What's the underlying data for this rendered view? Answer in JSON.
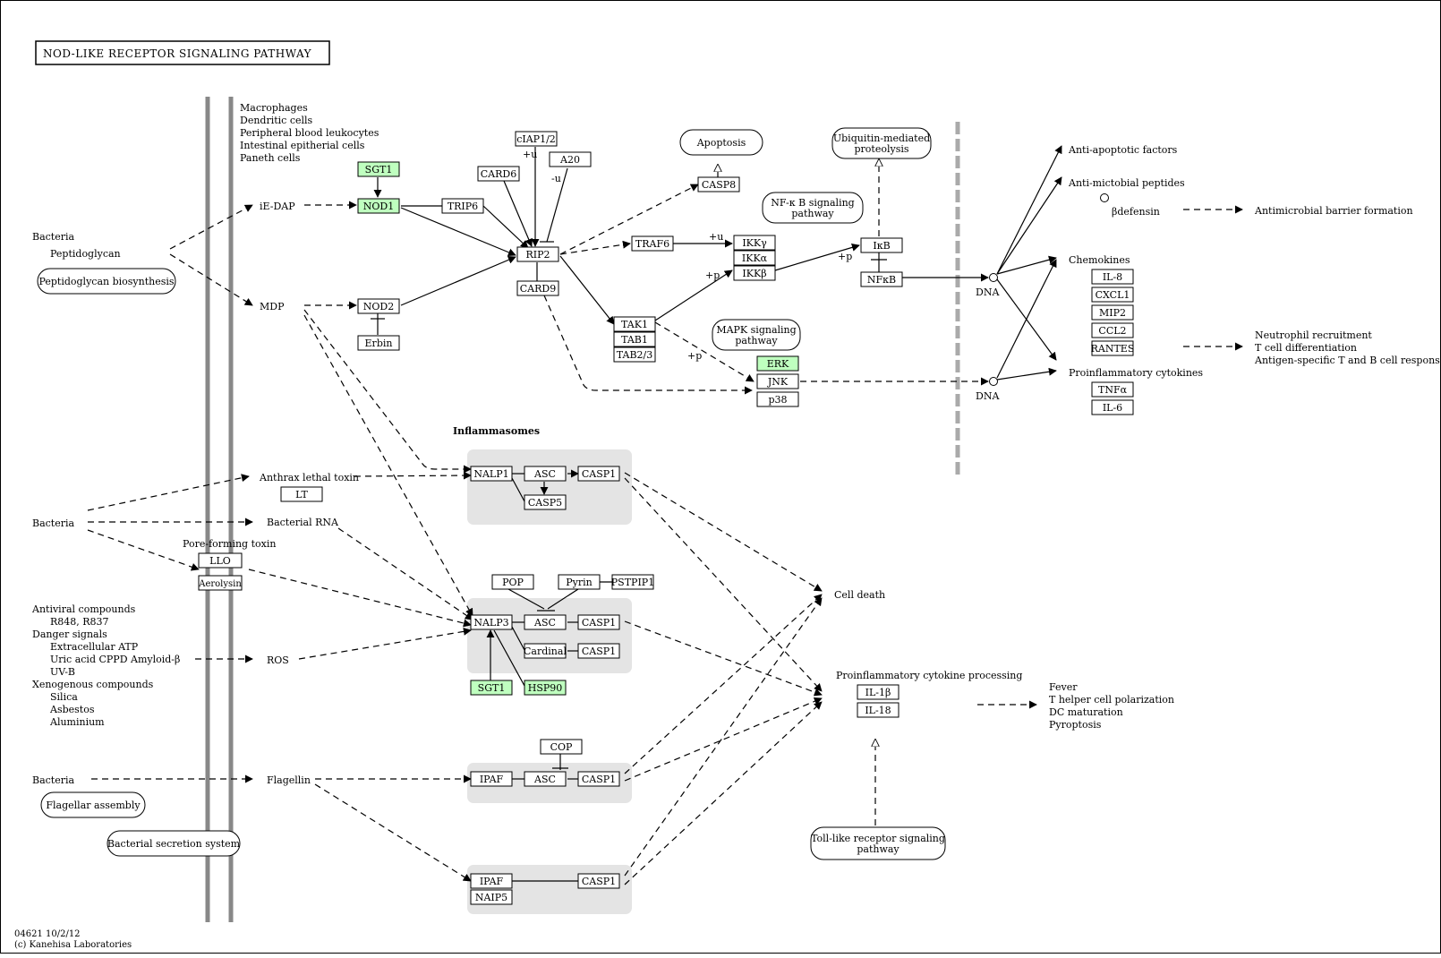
{
  "title": "NOD-LIKE RECEPTOR SIGNALING PATHWAY",
  "footer": {
    "code": "04621 10/2/12",
    "copyright": "(c) Kanehisa Laboratories"
  },
  "section_label": "Inflammasomes",
  "cell_types": [
    "Macrophages",
    "Dendritic cells",
    "Peripheral blood leukocytes",
    "Intestinal epitherial cells",
    "Paneth cells"
  ],
  "genes": {
    "sgt1_top": "SGT1",
    "nod1": "NOD1",
    "nod2": "NOD2",
    "erbin": "Erbin",
    "trip6": "TRIP6",
    "card6": "CARD6",
    "ciap12": "cIAP1/2",
    "a20": "A20",
    "rip2": "RIP2",
    "card9": "CARD9",
    "traf6": "TRAF6",
    "casp8": "CASP8",
    "ikkg": "IKKγ",
    "ikka": "IKKα",
    "ikkb": "IKKβ",
    "ikb": "IκB",
    "nfkb": "NFκB",
    "tak1": "TAK1",
    "tab1": "TAB1",
    "tab23": "TAB2/3",
    "erk": "ERK",
    "jnk": "JNK",
    "p38": "p38",
    "il8": "IL-8",
    "cxcl1": "CXCL1",
    "mip2": "MIP2",
    "ccl2": "CCL2",
    "rantes": "RANTES",
    "tnfa": "TNFα",
    "il6": "IL-6",
    "nalp1": "NALP1",
    "asc1": "ASC",
    "casp1a": "CASP1",
    "casp5": "CASP5",
    "pop": "POP",
    "pyrin": "Pyrin",
    "pstpip1": "PSTPIP1",
    "nalp3": "NALP3",
    "asc2": "ASC",
    "casp1b": "CASP1",
    "cardinal": "Cardinal",
    "casp1c": "CASP1",
    "sgt1_low": "SGT1",
    "hsp90": "HSP90",
    "cop": "COP",
    "ipaf1": "IPAF",
    "asc3": "ASC",
    "casp1d": "CASP1",
    "ipaf2": "IPAF",
    "naip5": "NAIP5",
    "casp1e": "CASP1",
    "lt": "LT",
    "llo": "LLO",
    "aerolysin": "Aerolysin",
    "il1b": "IL-1β",
    "il18": "IL-18"
  },
  "maps": {
    "peptidoglycan_bio": "Peptidoglycan biosynthesis",
    "apoptosis": "Apoptosis",
    "ubiquitin": [
      "Ubiquitin-mediated",
      "proteolysis"
    ],
    "nfkb_path": [
      "NF-κ B signaling",
      "pathway"
    ],
    "mapk_path": [
      "MAPK signaling",
      "pathway"
    ],
    "flagellar": "Flagellar assembly",
    "secretion": "Bacterial secretion system",
    "toll": [
      "Toll-like receptor signaling",
      "pathway"
    ]
  },
  "labels": {
    "bacteria1": "Bacteria",
    "peptidoglycan": "Peptidoglycan",
    "iedap": "iE-DAP",
    "mdp": "MDP",
    "bacteria2": "Bacteria",
    "anthrax": "Anthrax lethal toxin",
    "bact_rna": "Bacterial RNA",
    "pore": "Pore-forming toxin",
    "antiviral": "Antiviral compounds",
    "r848": "R848, R837",
    "danger": "Danger signals",
    "atp": "Extracellular ATP",
    "uric": "Uric acid  CPPD  Amyloid-β",
    "uvb": "UV-B",
    "xeno": "Xenogenous compounds",
    "silica": "Silica",
    "asbestos": "Asbestos",
    "alum": "Aluminium",
    "ros": "ROS",
    "bacteria3": "Bacteria",
    "flagellin": "Flagellin",
    "plus_u1": "+u",
    "minus_u": "-u",
    "plus_u2": "+u",
    "plus_p1": "+p",
    "plus_p2": "+p",
    "plus_p3": "+p",
    "dna1": "DNA",
    "dna2": "DNA",
    "anti_apop": "Anti-apoptotic factors",
    "anti_micro": "Anti-mictobial peptides",
    "bdefensin": "βdefensin",
    "barrier": "Antimicrobial barrier formation",
    "chemokines": "Chemokines",
    "proinfl": "Proinflammatory cytokines",
    "neutro": "Neutrophil recruitment",
    "tcell": "T cell differentiation",
    "antigen": "Antigen-specific T and B cell response",
    "cell_death": "Cell death",
    "proc": "Proinflammatory cytokine processing",
    "fever": "Fever",
    "thelper": "T helper cell polarization",
    "dc": "DC maturation",
    "pyro": "Pyroptosis"
  }
}
